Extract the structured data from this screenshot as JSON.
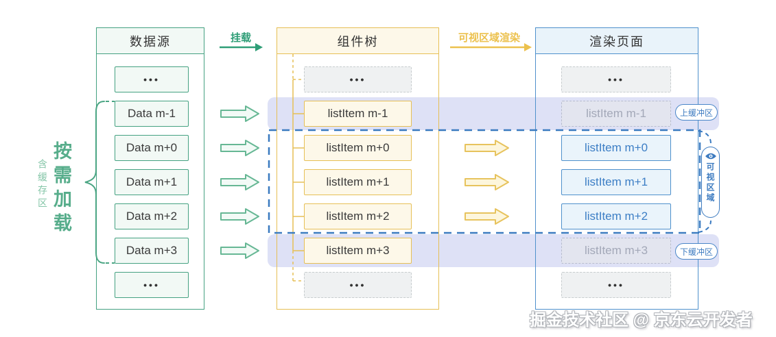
{
  "diagram": {
    "flow_labels": {
      "mount": "挂载",
      "viewport_render": "可视区域渲染"
    },
    "left_annotation": {
      "primary": "按需加载",
      "secondary": "含缓存区"
    },
    "columns": {
      "data_source": {
        "title": "数据源",
        "items": [
          "•••",
          "Data m-1",
          "Data m+0",
          "Data m+1",
          "Data m+2",
          "Data m+3",
          "•••"
        ]
      },
      "component_tree": {
        "title": "组件树",
        "items": [
          "•••",
          "listItem m-1",
          "listItem m+0",
          "listItem m+1",
          "listItem m+2",
          "listItem m+3",
          "•••"
        ]
      },
      "render_page": {
        "title": "渲染页面",
        "items": [
          "•••",
          "listItem m-1",
          "listItem m+0",
          "listItem m+1",
          "listItem m+2",
          "listItem m+3",
          "•••"
        ]
      }
    },
    "annotations": {
      "upper_buffer": "上缓冲区",
      "lower_buffer": "下缓冲区",
      "visible_area": "可视区域"
    },
    "watermark": "掘金技术社区 @ 京东云开发者",
    "colors": {
      "green": "#44a181",
      "yellow": "#e6bf55",
      "blue_border": "#4e90cc",
      "blue_text": "#3c7ec5",
      "dashed_viewport": "#3a7ac0",
      "buffer_band": "#dee1f6"
    }
  }
}
